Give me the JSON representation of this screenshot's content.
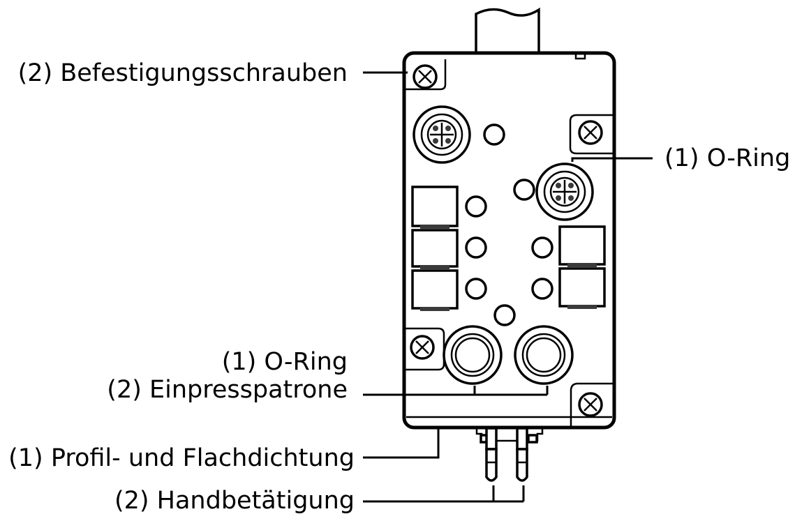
{
  "labels": {
    "top_left_screws": "(2) Befestigungsschrauben",
    "right_oring": "(1) O-Ring",
    "bottom_oring": "(1) O-Ring",
    "cartridge": "(2) Einpresspatrone",
    "seal": "(1) Profil- und Flachdichtung",
    "manual_override": "(2) Handbetätigung"
  },
  "colors": {
    "stroke": "#000000",
    "background": "#ffffff",
    "fill_dark": "#3a3a3a"
  },
  "icons": [
    "screw-icon",
    "m12-connector-icon",
    "led-indicator-icon",
    "pneumatic-port-icon",
    "manual-override-pin-icon"
  ]
}
